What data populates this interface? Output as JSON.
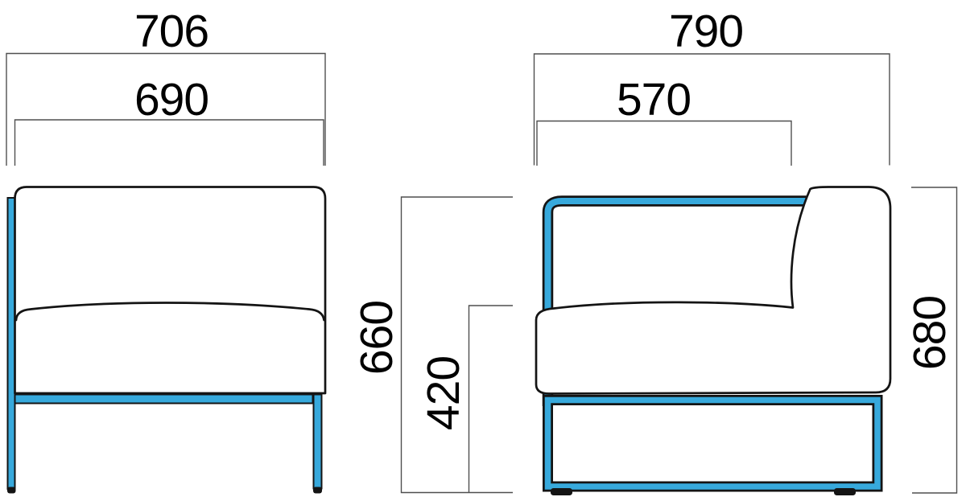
{
  "drawing": {
    "title": "sofa-module-dimension-drawing",
    "accent_blue": "#37A9DC",
    "outline_color": "#141414",
    "dim_line_color": "#4f4f4f"
  },
  "dims": {
    "front_overall_width": "706",
    "front_body_width": "690",
    "frame_height": "660",
    "seat_height": "420",
    "side_overall_depth": "790",
    "seat_depth": "570",
    "side_overall_height": "680"
  }
}
